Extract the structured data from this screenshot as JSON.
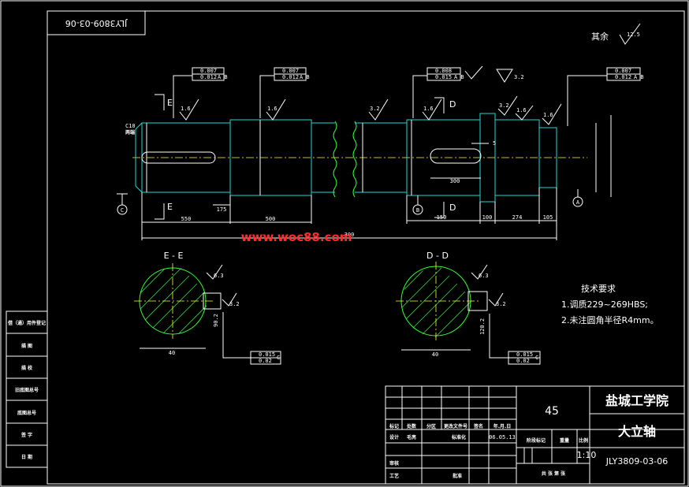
{
  "drawing": {
    "number_top": "JLY3809-03-06",
    "roughness_other_label": "其余",
    "roughness_other_value": "12.5",
    "watermark": "www.woc88.com"
  },
  "roughness": {
    "r16": "1.6",
    "r32": "3.2",
    "r63": "6.3"
  },
  "tolerances": {
    "runout_1": "0.007",
    "runout_1b": "0.012",
    "runout_2": "0.007",
    "runout_2b": "0.012",
    "runout_3": "0.008",
    "runout_3b": "0.015",
    "runout_4": "0.007",
    "runout_4b": "0.012",
    "section_e_1": "0.015",
    "section_e_2": "0.02",
    "section_d_1": "0.015",
    "section_d_2": "0.02",
    "datum_ab": "A B",
    "datum_c": "C"
  },
  "labels": {
    "section_e": "E",
    "section_d": "D",
    "datum_a": "A",
    "datum_b": "B",
    "datum_c": "C",
    "chamfer": "C10",
    "chamfer2": "两端",
    "view_e": "E - E",
    "view_d": "D - D"
  },
  "dims": {
    "d1": "550",
    "d2": "500",
    "d3": "150",
    "d4": "300",
    "d5": "100",
    "d6": "274",
    "d7": "105",
    "d8": "175",
    "d9": "300",
    "d10": "5",
    "e_width": "40",
    "e_depth": "90.2",
    "d_width": "40",
    "d_depth": "120.2"
  },
  "tech": {
    "title": "技术要求",
    "line1": "1.调质229~269HBS;",
    "line2": "2.未注圆角半径R4mm。"
  },
  "title_block": {
    "material": "45",
    "school": "盐城工学院",
    "part_name": "大立轴",
    "scale": "1:10",
    "number": "JLY3809-03-06",
    "h_mark": "标记",
    "h_count": "处数",
    "h_zone": "分区",
    "h_doc": "更改文件号",
    "h_sign": "签名",
    "h_date": "年.月.日",
    "design": "设计",
    "designer": "毛亮",
    "standard": "标准化",
    "date": "06.05.13",
    "stage": "阶段标记",
    "weight": "重量",
    "ratio": "比例",
    "review": "审核",
    "process": "工艺",
    "approve": "批准",
    "sheets": "共  张  第  张"
  },
  "side_block": {
    "r1": "借（通）用件登记",
    "r2": "描  图",
    "r3": "描  校",
    "r4": "旧底图总号",
    "r5": "底图总号",
    "r6": "签  字",
    "r7": "日  期"
  }
}
